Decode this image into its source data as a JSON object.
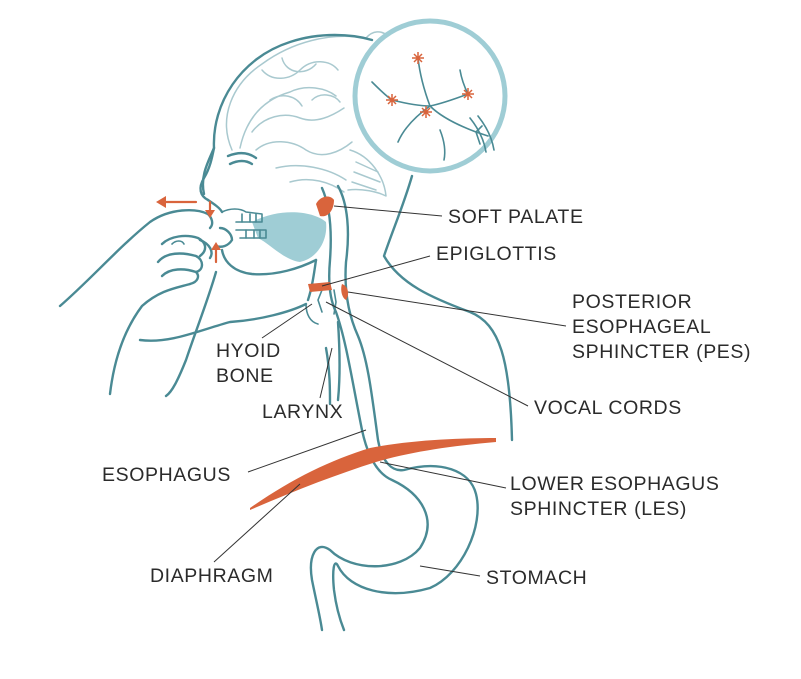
{
  "colors": {
    "outline": "#4a8a94",
    "brain": "#a9c9cf",
    "mouth_fill": "#9fcdd5",
    "accent": "#d9643c",
    "text": "#2b2b2b"
  },
  "labels": {
    "soft_palate": "SOFT PALATE",
    "epiglottis": "EPIGLOTTIS",
    "pes": [
      "POSTERIOR",
      "ESOPHAGEAL",
      "SPHINCTER (PES)"
    ],
    "hyoid_bone": [
      "HYOID",
      "BONE"
    ],
    "vocal_cords": "VOCAL CORDS",
    "larynx": "LARYNX",
    "esophagus": "ESOPHAGUS",
    "les": [
      "LOWER ESOPHAGUS",
      "SPHINCTER (LES)"
    ],
    "diaphragm": "DIAPHRAGM",
    "stomach": "STOMACH"
  },
  "icons": [
    "neuron-icon",
    "brain-icon",
    "hand-icon",
    "arrow-left-icon",
    "arrow-down-icon",
    "arrow-up-icon"
  ]
}
